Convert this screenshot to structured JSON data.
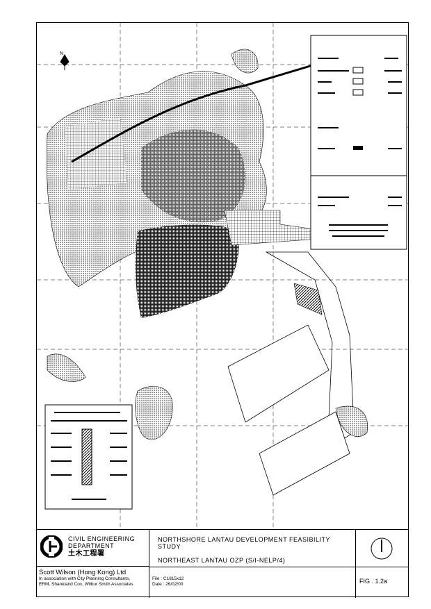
{
  "map": {
    "north_label": "N",
    "colors": {
      "ink": "#000000",
      "paper": "#ffffff",
      "stipple": "#555555"
    }
  },
  "title_block": {
    "department": [
      "CIVIL ENGINEERING",
      "DEPARTMENT",
      "土木工程署"
    ],
    "consultant": "Scott Wilson (Hong Kong) Ltd",
    "association": [
      "In association with City Planning Consultants,",
      "ERM, Shankland Cox, Wilbur Smith Associates"
    ],
    "study_title": "NORTHSHORE LANTAU DEVELOPMENT FEASIBILITY STUDY",
    "plan_title": "NORTHEAST LANTAU OZP (S/I-NELP/4)",
    "file": "File : C1815x12",
    "date": "Date : 26/02/00",
    "figure": "FIG . 1.2a"
  }
}
